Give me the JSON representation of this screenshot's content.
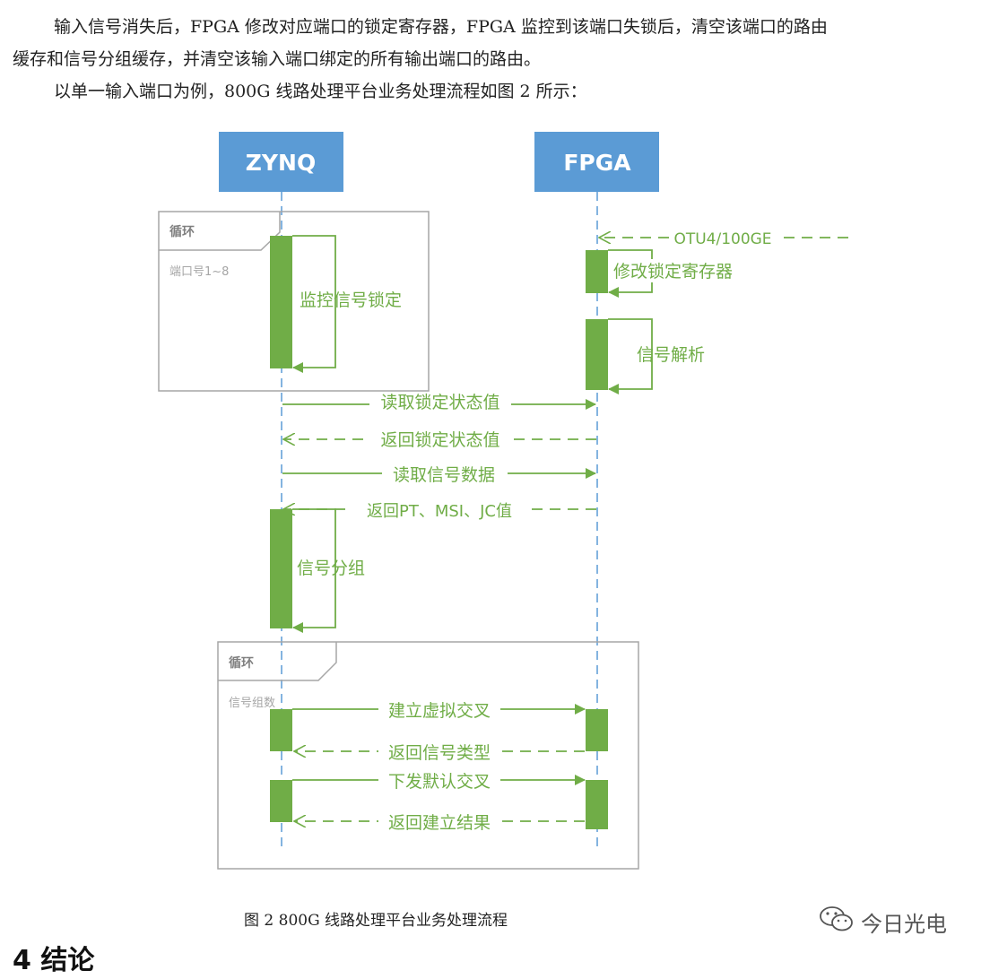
{
  "paragraph": {
    "line1": "输入信号消失后，FPGA 修改对应端口的锁定寄存器，FPGA 监控到该端口失锁后，清空该端口的路由",
    "line2": "缓存和信号分组缓存，并清空该输入端口绑定的所有输出端口的路由。",
    "line3": "以单一输入端口为例，800G 线路处理平台业务处理流程如图 2 所示："
  },
  "diagram": {
    "lifelines": {
      "left": "ZYNQ",
      "right": "FPGA"
    },
    "loop1": {
      "tag": "循环",
      "condition": "端口号1~8"
    },
    "loop2": {
      "tag": "循环",
      "condition": "信号组数"
    },
    "self_calls": {
      "monitor": "监控信号锁定",
      "modify": "修改锁定寄存器",
      "parse": "信号解析",
      "group": "信号分组"
    },
    "messages": {
      "otu": "OTU4/100GE",
      "read_lock": "读取锁定状态值",
      "return_lock": "返回锁定状态值",
      "read_signal": "读取信号数据",
      "return_pt": "返回PT、MSI、JC值",
      "build_cross": "建立虚拟交叉",
      "return_type": "返回信号类型",
      "send_default": "下发默认交叉",
      "return_result": "返回建立结果"
    },
    "colors": {
      "header": "#5b9bd5",
      "activation": "#70ad47",
      "arrow": "#70ad47",
      "frame": "#a6a6a6",
      "lifeline": "#5b9bd5"
    }
  },
  "caption": "图 2 800G 线路处理平台业务处理流程",
  "watermark": "今日光电",
  "section_title": "4 结论"
}
